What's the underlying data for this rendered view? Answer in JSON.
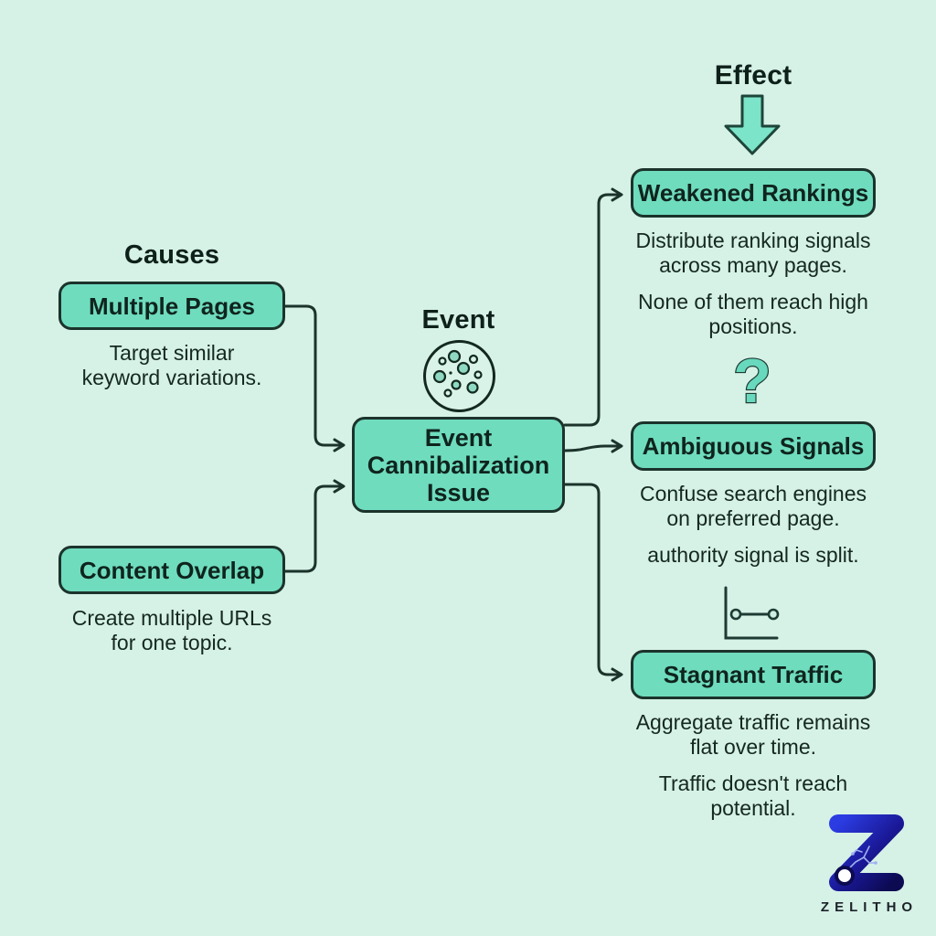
{
  "diagram": {
    "causes": {
      "heading": "Causes",
      "items": [
        {
          "label": "Multiple Pages",
          "description_lines": [
            "Target similar",
            "keyword variations."
          ]
        },
        {
          "label": "Content Overlap",
          "description_lines": [
            "Create multiple URLs",
            "for one topic."
          ]
        }
      ]
    },
    "event": {
      "heading": "Event",
      "icon": "cluster-circle-icon",
      "box_lines": [
        "Event",
        "Cannibalization",
        "Issue"
      ]
    },
    "effects": {
      "heading": "Effect",
      "icon": "block-down-arrow-icon",
      "items": [
        {
          "label": "Weakened Rankings",
          "icon": "",
          "paragraph1_lines": [
            "Distribute ranking signals",
            "across many pages."
          ],
          "paragraph2_lines": [
            "None of them reach high",
            "positions."
          ]
        },
        {
          "label": "Ambiguous Signals",
          "icon": "question-mark-icon",
          "question_glyph": "?",
          "paragraph1_lines": [
            "Confuse search engines",
            "on preferred page."
          ],
          "paragraph2_lines": [
            "authority signal is split.",
            ""
          ]
        },
        {
          "label": "Stagnant Traffic",
          "icon": "flat-line-chart-icon",
          "paragraph1_lines": [
            "Aggregate traffic remains",
            "flat over time."
          ],
          "paragraph2_lines": [
            "Traffic doesn't reach",
            "potential."
          ]
        }
      ]
    },
    "brand": {
      "name": "ZELITHO",
      "icon": "zelitho-z-logo"
    }
  },
  "colors": {
    "background": "#d6f1e6",
    "node_fill": "#6fdcbe",
    "node_border": "#1b332b",
    "connector": "#1b332b",
    "accent_teal": "#7ce4c8",
    "logo_blue": "#2b3ce2",
    "logo_navy": "#0c0a50"
  }
}
